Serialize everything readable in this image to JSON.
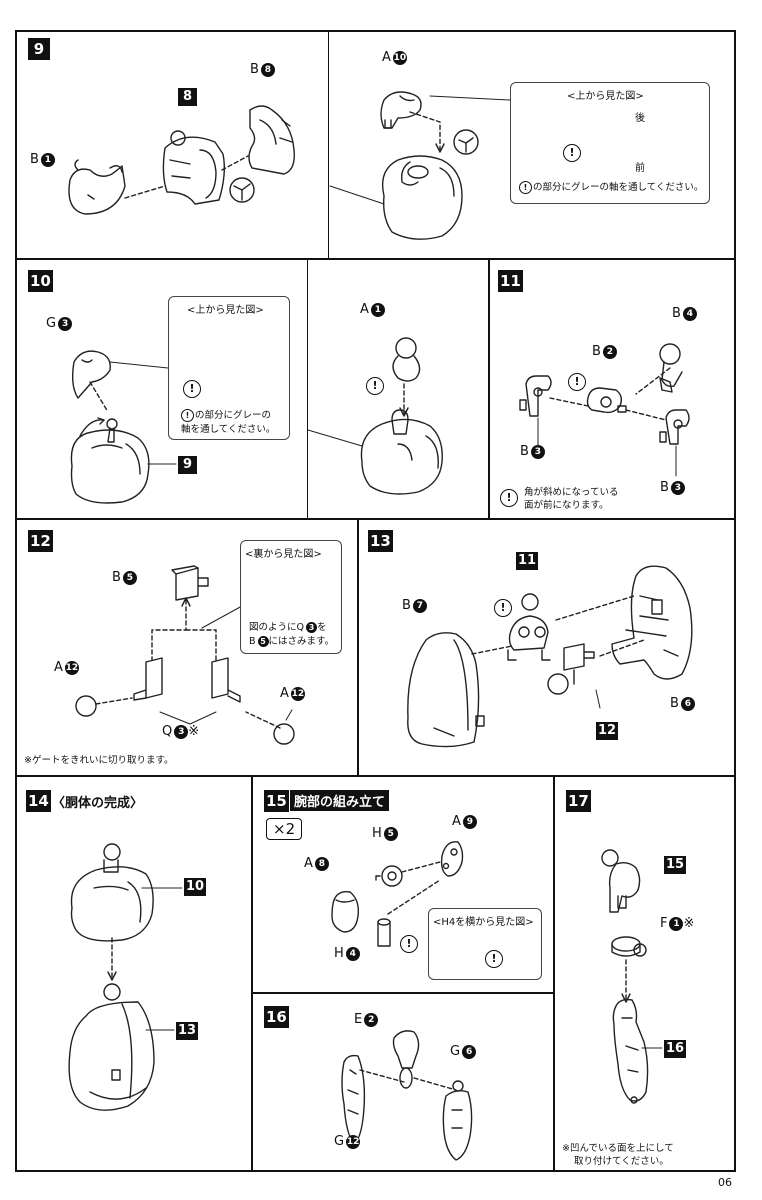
{
  "page_number": "06",
  "steps": {
    "s9": {
      "number": "9",
      "part_b1": "B",
      "part_b1_num": "1",
      "ref_8": "8",
      "part_b8": "B",
      "part_b8_num": "8",
      "part_a10": "A",
      "part_a10_num": "10",
      "callout_title": "<上から見た図>",
      "callout_back": "後",
      "callout_front": "前",
      "callout_note": "の部分にグレーの軸を通してください。"
    },
    "s10": {
      "number": "10",
      "part_g3": "G",
      "part_g3_num": "3",
      "ref_9": "9",
      "callout_title": "<上から見た図>",
      "callout_note_line1": "の部分にグレーの",
      "callout_note_line2": "軸を通してください。",
      "part_a1": "A",
      "part_a1_num": "1"
    },
    "s11": {
      "number": "11",
      "part_b4": "B",
      "part_b4_num": "4",
      "part_b2": "B",
      "part_b2_num": "2",
      "part_b3_left": "B",
      "part_b3_left_num": "3",
      "part_b3_right": "B",
      "part_b3_right_num": "3",
      "note_line1": "角が斜めになっている",
      "note_line2": "面が前になります。"
    },
    "s12": {
      "number": "12",
      "part_b5": "B",
      "part_b5_num": "5",
      "callout_title": "<裏から見た図>",
      "callout_note_line1": "図のようにQ",
      "callout_note_line1_num": "3",
      "callout_note_line1_end": "を",
      "callout_note_line2": "B",
      "callout_note_line2_num": "5",
      "callout_note_line2_end": "にはさみます。",
      "part_a12_left": "A",
      "part_a12_left_num": "12",
      "part_a12_right": "A",
      "part_a12_right_num": "12",
      "part_q3": "Q",
      "part_q3_num": "3",
      "part_q3_mark": "※",
      "footnote": "※ゲートをきれいに切り取ります。"
    },
    "s13": {
      "number": "13",
      "part_b7": "B",
      "part_b7_num": "7",
      "ref_11": "11",
      "ref_12": "12",
      "part_b6": "B",
      "part_b6_num": "6"
    },
    "s14": {
      "number": "14",
      "title": "〈胴体の完成〉",
      "ref_10": "10",
      "ref_13": "13"
    },
    "s15": {
      "number": "15",
      "title": "腕部の組み立て",
      "multiplier": "×2",
      "part_a9": "A",
      "part_a9_num": "9",
      "part_h5": "H",
      "part_h5_num": "5",
      "part_a8": "A",
      "part_a8_num": "8",
      "part_h4": "H",
      "part_h4_num": "4",
      "callout_title": "<H4を横から見た図>"
    },
    "s16": {
      "number": "16",
      "part_e2": "E",
      "part_e2_num": "2",
      "part_g6": "G",
      "part_g6_num": "6",
      "part_g12": "G",
      "part_g12_num": "12"
    },
    "s17": {
      "number": "17",
      "ref_15": "15",
      "part_f1": "F",
      "part_f1_num": "1",
      "part_f1_mark": "※",
      "ref_16": "16",
      "note_line1": "※凹んでいる面を上にして",
      "note_line2": "取り付けてください。"
    },
    "warning_symbol": "!"
  }
}
